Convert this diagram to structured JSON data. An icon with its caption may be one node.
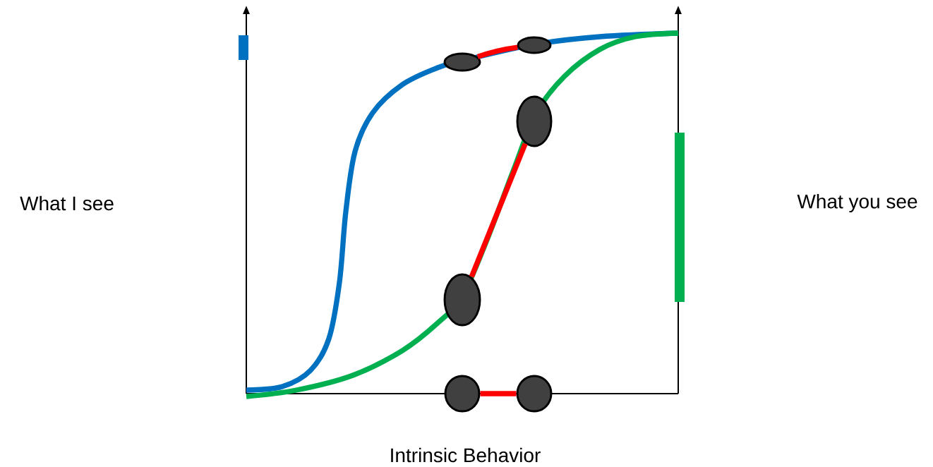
{
  "diagram": {
    "nodes": [
      {
        "text": [],
        "shape": "circle"
      },
      {
        "text": [],
        "shape": "circle"
      },
      {
        "text": [],
        "shape": "circle"
      },
      {
        "text": [],
        "shape": "circle"
      },
      {
        "text": [],
        "shape": "circle"
      },
      {
        "text": [],
        "shape": "circle"
      }
    ],
    "edges": [
      {
        "from": 0,
        "to": 1,
        "arrow": "none"
      },
      {
        "from": 2,
        "to": 3,
        "arrow": "none"
      },
      {
        "from": 4,
        "to": 5,
        "arrow": "none"
      }
    ],
    "labels": [
      "What I see",
      "What you see",
      "Intrinsic Behavior"
    ]
  }
}
